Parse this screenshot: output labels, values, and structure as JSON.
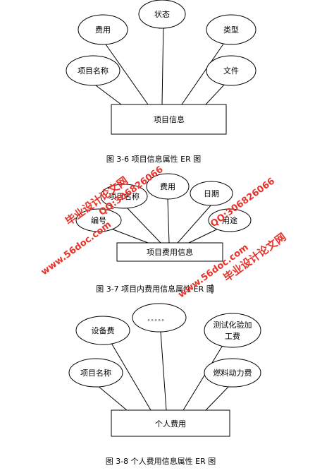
{
  "diagrams": [
    {
      "entity": "项目信息",
      "attributes": [
        "状态",
        "费用",
        "类型",
        "项目名称",
        "文件"
      ],
      "caption": "图 3-6 项目信息属性 ER 图"
    },
    {
      "entity": "项目费用信息",
      "attributes": [
        "费用",
        "项目名称",
        "日期",
        "编号",
        "用途"
      ],
      "caption": "图 3-7 项目内费用信息属性 ER 图"
    },
    {
      "entity": "个人费用",
      "attributes": [
        "。。。。。",
        "设备费",
        "测试化验加",
        "工费",
        "项目名称",
        "燃料动力费"
      ],
      "caption": "图 3-8 个人费用信息属性 ER 图"
    }
  ],
  "watermarks": {
    "site_name": "毕业设计论文网",
    "url": "www.56doc.com",
    "qq": "QQ:306826066"
  },
  "colors": {
    "watermark": "#e8322a",
    "stroke": "#000000"
  }
}
